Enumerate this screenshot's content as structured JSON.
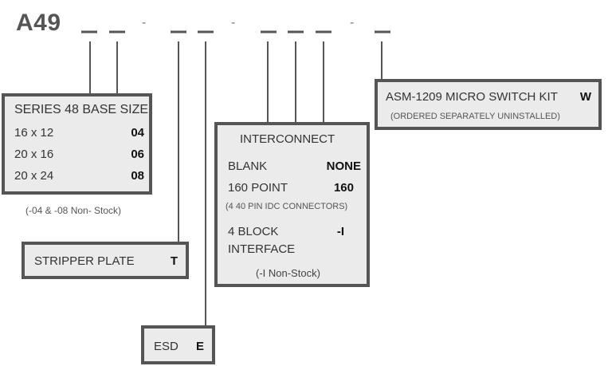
{
  "part_number": {
    "prefix": "A49",
    "separators": [
      "-",
      "-",
      "-"
    ]
  },
  "series_box": {
    "title": "SERIES 48 BASE SIZE",
    "rows": [
      {
        "label": "16 x 12",
        "code": "04"
      },
      {
        "label": "20 x 16",
        "code": "06"
      },
      {
        "label": "20 x 24",
        "code": "08"
      }
    ],
    "note": "(-04 & -08 Non- Stock)"
  },
  "stripper_box": {
    "label": "STRIPPER PLATE",
    "code": "T"
  },
  "esd_box": {
    "label": "ESD",
    "code": "E"
  },
  "interconnect_box": {
    "title": "INTERCONNECT",
    "blank_label": "BLANK",
    "blank_code": "NONE",
    "point_label": "160 POINT",
    "point_code": "160",
    "point_note": "(4 40 PIN IDC CONNECTORS)",
    "block_label_1": "4 BLOCK",
    "block_label_2": "INTERFACE",
    "block_code": "-I",
    "note": "(-I  Non-Stock)"
  },
  "switch_box": {
    "label": "ASM-1209 MICRO SWITCH KIT",
    "code": "W",
    "note": "(ORDERED SEPARATELY UNINSTALLED)"
  },
  "colors": {
    "box_fill": "#ebebeb",
    "box_border": "#555555",
    "line": "#555555"
  }
}
